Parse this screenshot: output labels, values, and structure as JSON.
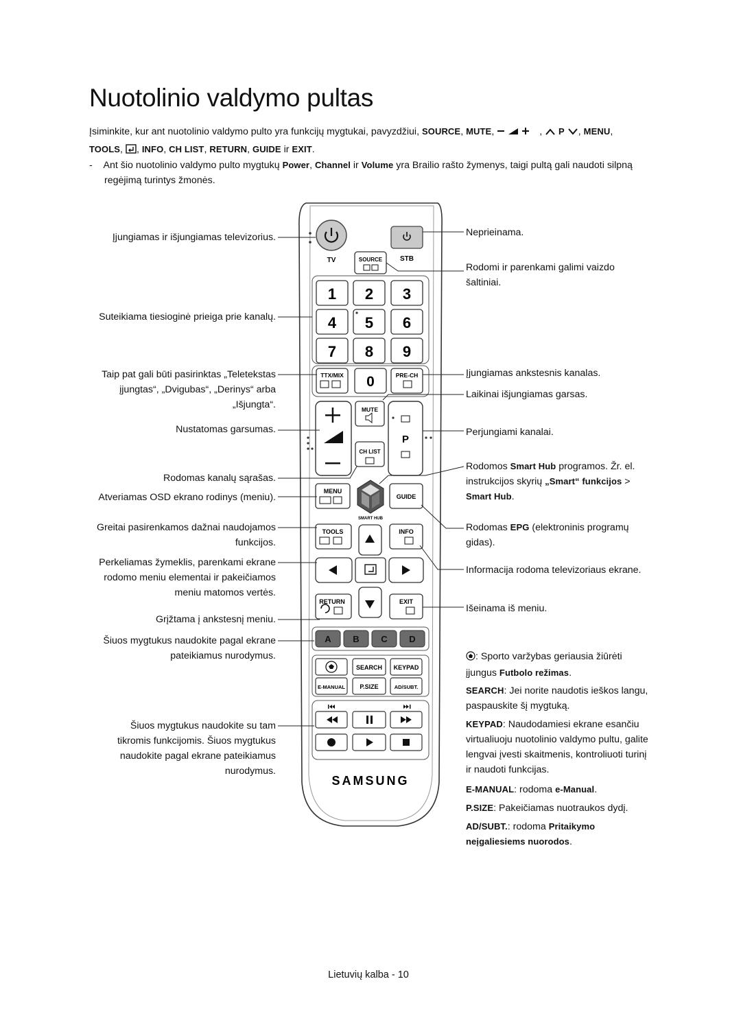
{
  "page": {
    "title": "Nuotolinio valdymo pultas",
    "footer": "Lietuvių kalba - 10"
  },
  "intro": {
    "t1": "Įsiminkite, kur ant nuotolinio valdymo pulto yra funkcijų mygtukai, pavyzdžiui, ",
    "source": "SOURCE",
    "mute": "MUTE",
    "p": "P",
    "menu": "MENU",
    "tools": "TOOLS",
    "info": "INFO",
    "chlist": "CH LIST",
    "return": "RETURN",
    "guide": "GUIDE",
    "ir": "ir",
    "exit": "EXIT"
  },
  "note": {
    "dash": "-",
    "t1": "Ant šio nuotolinio valdymo pulto mygtukų ",
    "power": "Power",
    "channel": "Channel",
    "ir": "ir",
    "volume": "Volume",
    "t2": " yra Brailio rašto žymenys, taigi pultą gali naudoti silpną regėjimą turintys žmonės."
  },
  "left_labels": [
    "Įjungiamas ir išjungiamas televizorius.",
    "Suteikiama tiesioginė prieiga prie kanalų.",
    "Taip pat gali būti pasirinktas „Teletekstas įjungtas“, „Dvigubas“, „Derinys“ arba „Išjungta“.",
    "Nustatomas garsumas.",
    "Rodomas kanalų sąrašas.",
    "Atveriamas OSD ekrano rodinys (meniu).",
    "Greitai pasirenkamos dažnai naudojamos funkcijos.",
    "Perkeliamas žymeklis, parenkami ekrane rodomo meniu elementai ir pakeičiamos meniu matomos vertės.",
    "Grįžtama į ankstesnį meniu.",
    "Šiuos mygtukus naudokite pagal ekrane pateikiamus nurodymus.",
    "Šiuos mygtukus naudokite su tam tikromis funkcijomis. Šiuos mygtukus naudokite pagal ekrane pateikiamus nurodymus."
  ],
  "right_labels": {
    "unavailable": "Neprieinama.",
    "source": "Rodomi ir parenkami galimi vaizdo šaltiniai.",
    "prech": "Įjungiamas ankstesnis kanalas.",
    "mute": "Laikinai išjungiamas garsas.",
    "channel": "Perjungiami kanalai.",
    "smarthub_1": "Rodomos ",
    "smarthub_b1": "Smart Hub",
    "smarthub_2": " programos. Žr. el. instrukcijos skyrių ",
    "smarthub_b2": "„Smart“ funkcijos",
    "smarthub_3": " > ",
    "smarthub_b3": "Smart Hub",
    "smarthub_4": ".",
    "guide_1": "Rodomas ",
    "guide_b": "EPG",
    "guide_2": " (elektroninis programų gidas).",
    "info": "Informacija rodoma televizoriaus ekrane.",
    "exit": "Išeinama iš meniu.",
    "football_1": ": Sporto varžybas geriausia žiūrėti įjungus ",
    "football_b": "Futbolo režimas",
    "football_2": ".",
    "search_b": "SEARCH",
    "search": ": Jei norite naudotis ieškos langu, paspauskite šį mygtuką.",
    "keypad_b": "KEYPAD",
    "keypad": ": Naudodamiesi ekrane esančiu virtualiuoju nuotolinio valdymo pultu, galite lengvai įvesti skaitmenis, kontroliuoti turinį ir naudoti funkcijas.",
    "emanual_b": "E-MANUAL",
    "emanual": ": rodoma ",
    "emanual_b2": "e-Manual",
    "emanual_2": ".",
    "psize_b": "P.SIZE",
    "psize": ": Pakeičiamas nuotraukos dydį.",
    "adsubt_b": "AD/SUBT.",
    "adsubt": ": rodoma ",
    "adsubt_b2": "Pritaikymo neįgaliesiems nuorodos",
    "adsubt_2": "."
  },
  "remote": {
    "tv": "TV",
    "source": "SOURCE",
    "stb": "STB",
    "digits": [
      "1",
      "2",
      "3",
      "4",
      "5",
      "6",
      "7",
      "8",
      "9",
      "0"
    ],
    "ttx": "TTX/MIX",
    "prech": "PRE-CH",
    "mute": "MUTE",
    "p": "P",
    "chlist": "CH LIST",
    "menu": "MENU",
    "guide": "GUIDE",
    "smarthub": "SMART HUB",
    "tools": "TOOLS",
    "info": "INFO",
    "return": "RETURN",
    "exit": "EXIT",
    "colors": [
      "A",
      "B",
      "C",
      "D"
    ],
    "search": "SEARCH",
    "keypad": "KEYPAD",
    "emanual": "E-MANUAL",
    "psize": "P.SIZE",
    "adsubt": "AD/SUBT.",
    "brand": "SAMSUNG",
    "color_a": "#c62828",
    "color_b": "#2e7d32",
    "color_c": "#f9a825",
    "color_d": "#1565c0"
  }
}
